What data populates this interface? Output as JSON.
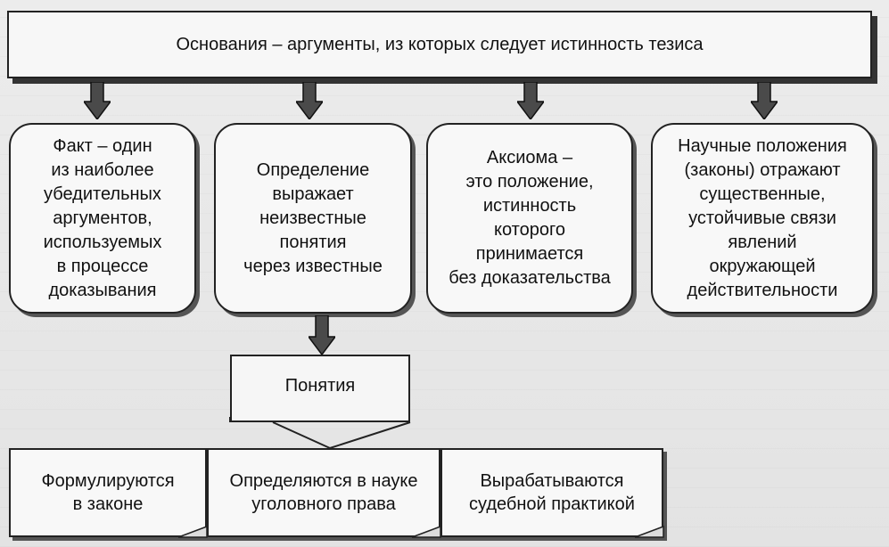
{
  "banner": {
    "text": "Основания – аргументы, из которых следует истинность тезиса"
  },
  "boxes": [
    {
      "text": "Факт – один\nиз наиболее\nубедительных\nаргументов,\nиспользуемых\nв процессе\nдоказывания"
    },
    {
      "text": "Определение\nвыражает\nнеизвестные\nпонятия\nчерез известные"
    },
    {
      "text": "Аксиома –\nэто положение,\nистинность\nкоторого\nпринимается\nбез доказательства"
    },
    {
      "text": "Научные положения\n(законы) отражают\nсущественные,\nустойчивые связи\nявлений\nокружающей\nдействительности"
    }
  ],
  "concepts": {
    "text": "Понятия"
  },
  "bottom": [
    {
      "text": "Формулируются\nв законе"
    },
    {
      "text": "Определяются в науке\nуголовного права"
    },
    {
      "text": "Вырабатываются\nсудебной практикой"
    }
  ]
}
